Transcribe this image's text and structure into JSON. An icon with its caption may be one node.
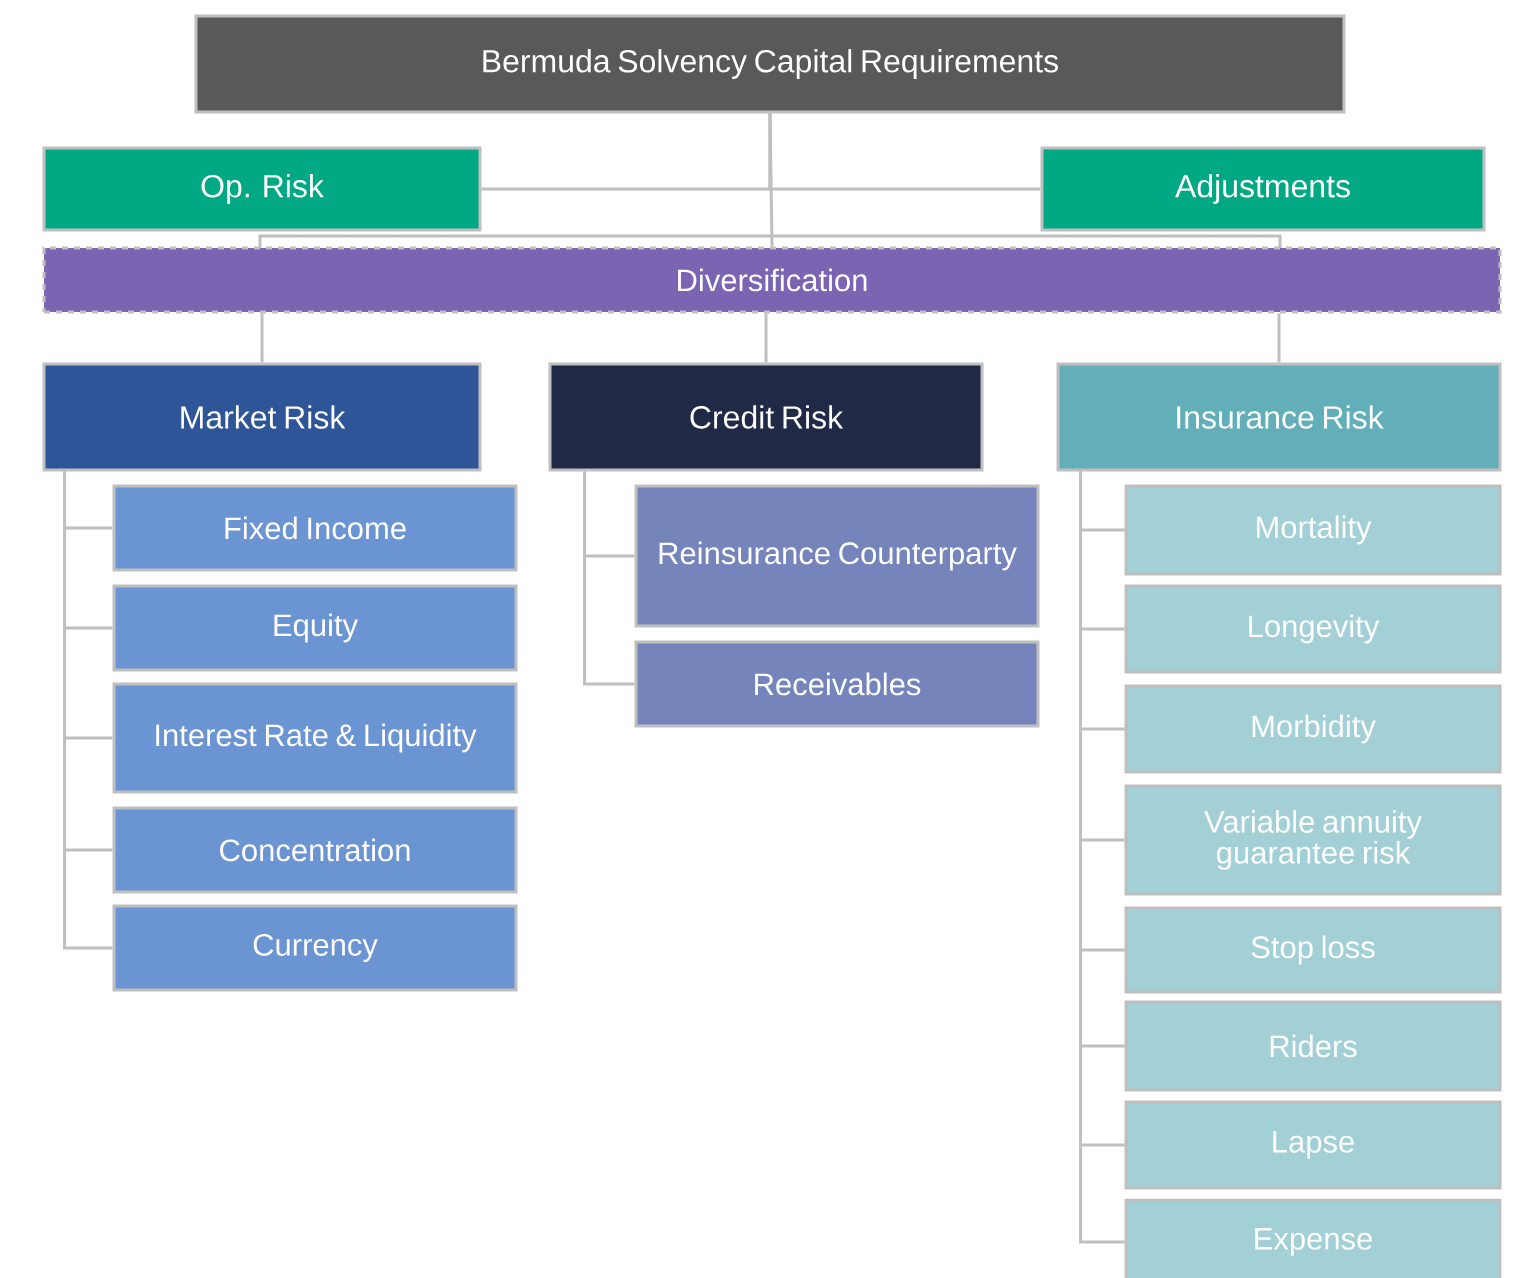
{
  "diagram": {
    "nodes": [
      {
        "text": [
          "Bermuda Solvency Capital Requirements"
        ]
      },
      {
        "text": [
          "Op. Risk"
        ]
      },
      {
        "text": [
          "Adjustments"
        ]
      },
      {
        "text": [
          "Diversification"
        ]
      },
      {
        "text": [
          "Market Risk"
        ]
      },
      {
        "text": [
          "Credit Risk"
        ]
      },
      {
        "text": [
          "Insurance Risk"
        ]
      },
      {
        "text": [
          "Fixed Income"
        ]
      },
      {
        "text": [
          "Equity"
        ]
      },
      {
        "text": [
          "Interest Rate & Liquidity"
        ]
      },
      {
        "text": [
          "Concentration"
        ]
      },
      {
        "text": [
          "Currency"
        ]
      },
      {
        "text": [
          "Reinsurance Counterparty"
        ]
      },
      {
        "text": [
          "Receivables"
        ]
      },
      {
        "text": [
          "Mortality"
        ]
      },
      {
        "text": [
          "Longevity"
        ]
      },
      {
        "text": [
          "Morbidity"
        ]
      },
      {
        "text": [
          "Variable annuity guarantee risk"
        ]
      },
      {
        "text": [
          "Stop loss"
        ]
      },
      {
        "text": [
          "Riders"
        ]
      },
      {
        "text": [
          "Lapse"
        ]
      },
      {
        "text": [
          "Expense"
        ]
      }
    ],
    "edges": [
      {
        "from": 0,
        "to": 1,
        "arrow": "none"
      },
      {
        "from": 0,
        "to": 2,
        "arrow": "none"
      },
      {
        "from": 0,
        "to": 3,
        "arrow": "none"
      },
      {
        "from": 3,
        "to": 4,
        "arrow": "none"
      },
      {
        "from": 3,
        "to": 5,
        "arrow": "none"
      },
      {
        "from": 3,
        "to": 6,
        "arrow": "none"
      },
      {
        "from": 4,
        "to": 7,
        "arrow": "none"
      },
      {
        "from": 4,
        "to": 8,
        "arrow": "none"
      },
      {
        "from": 4,
        "to": 9,
        "arrow": "none"
      },
      {
        "from": 4,
        "to": 10,
        "arrow": "none"
      },
      {
        "from": 4,
        "to": 11,
        "arrow": "none"
      },
      {
        "from": 5,
        "to": 12,
        "arrow": "none"
      },
      {
        "from": 5,
        "to": 13,
        "arrow": "none"
      },
      {
        "from": 6,
        "to": 14,
        "arrow": "none"
      },
      {
        "from": 6,
        "to": 15,
        "arrow": "none"
      },
      {
        "from": 6,
        "to": 16,
        "arrow": "none"
      },
      {
        "from": 6,
        "to": 17,
        "arrow": "none"
      },
      {
        "from": 6,
        "to": 18,
        "arrow": "none"
      },
      {
        "from": 6,
        "to": 19,
        "arrow": "none"
      },
      {
        "from": 6,
        "to": 20,
        "arrow": "none"
      },
      {
        "from": 6,
        "to": 21,
        "arrow": "none"
      }
    ]
  }
}
